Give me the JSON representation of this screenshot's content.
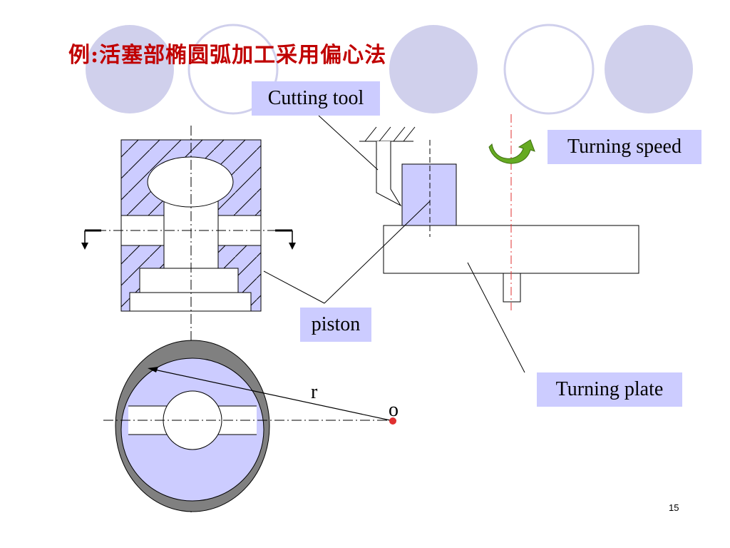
{
  "slide": {
    "title": "例:活塞部椭圆弧加工采用偏心法",
    "page_number": "15",
    "labels": {
      "cutting_tool": "Cutting tool",
      "turning_speed": "Turning speed",
      "piston": "piston",
      "turning_plate": "Turning plate",
      "radius": "r",
      "center": "o"
    },
    "colors": {
      "title": "#c00000",
      "fill": "#ccccff",
      "deco_circle": "#d0d0ec",
      "center_line": "#e03030",
      "arrow": "#66aa22",
      "dark_crescent": "#808080"
    }
  }
}
